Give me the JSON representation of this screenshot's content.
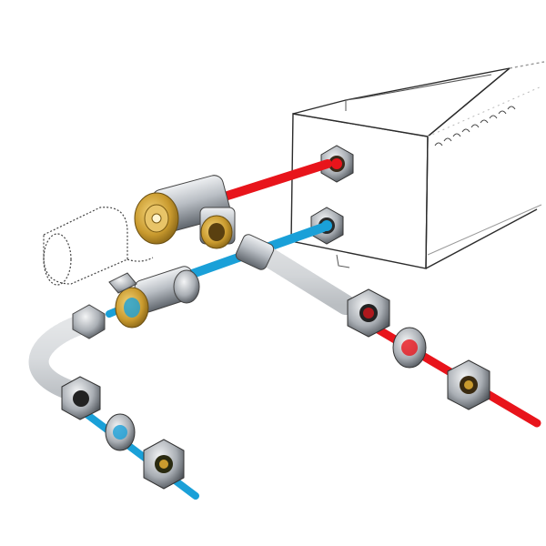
{
  "diagram": {
    "colors": {
      "background": "#ffffff",
      "hot_pipe": "#e8141b",
      "cold_pipe": "#1aa0d8",
      "chrome": "#b9bec4",
      "chrome_dark": "#6d737a",
      "brass": "#c99a2e",
      "outline": "#2b2b2b"
    },
    "parts": [
      {
        "name": "radiator-body",
        "kind": "outline"
      },
      {
        "name": "hot-pipe",
        "kind": "pipe"
      },
      {
        "name": "cold-pipe",
        "kind": "pipe"
      },
      {
        "name": "thermostatic-valve",
        "kind": "fitting"
      },
      {
        "name": "return-valve",
        "kind": "fitting"
      },
      {
        "name": "thermostat-head-outline",
        "kind": "outline"
      },
      {
        "name": "compression-fittings",
        "kind": "fitting"
      }
    ]
  }
}
